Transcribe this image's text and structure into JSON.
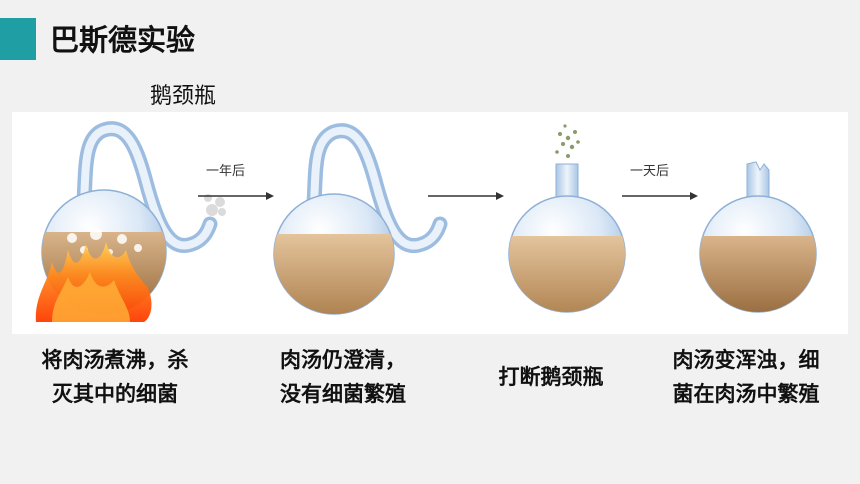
{
  "slide": {
    "title": "巴斯德实验",
    "flask_label": "鹅颈瓶"
  },
  "arrows": {
    "after_one_year": "一年后",
    "after_one_day": "一天后"
  },
  "captions": [
    {
      "line1": "将肉汤煮沸，杀",
      "line2": "灭其中的细菌"
    },
    {
      "line1": "肉汤仍澄清，",
      "line2": "没有细菌繁殖"
    },
    {
      "line1": "打断鹅颈瓶",
      "line2": ""
    },
    {
      "line1": "肉汤变浑浊，细",
      "line2": "菌在肉汤中繁殖"
    }
  ],
  "colors": {
    "accent": "#1f9ea3",
    "glass": "#bfd6ee",
    "broth": "#b48a5c",
    "fire": "#ff5a10"
  }
}
